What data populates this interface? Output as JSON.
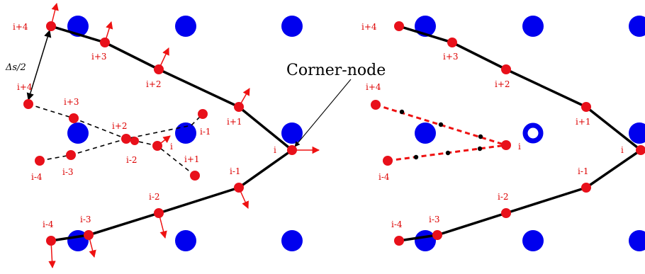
{
  "colors": {
    "node": "#e8101a",
    "atom": "#0000ee",
    "curve": "#000000",
    "arrow": "#ee1111",
    "dashed_red": "#ee1111"
  },
  "left_panel": {
    "corner_label": "Corner-node",
    "spacing_label": "Δs/2",
    "outer_node_labels": [
      "i+4",
      "i+3",
      "i+2",
      "i+1",
      "i",
      "i-1",
      "i-2",
      "i-3",
      "i-4"
    ],
    "inner_node_labels": [
      "i+4",
      "i+3",
      "i+2",
      "i",
      "i-1",
      "i+1",
      "i-2",
      "i-3",
      "i-4"
    ]
  },
  "right_panel": {
    "outer_node_labels": [
      "i+4",
      "i+3",
      "i+2",
      "i+1",
      "i",
      "i-1",
      "i-2",
      "i-3",
      "i-4"
    ],
    "inner_node_labels": [
      "i+4",
      "i",
      "i-4"
    ]
  }
}
